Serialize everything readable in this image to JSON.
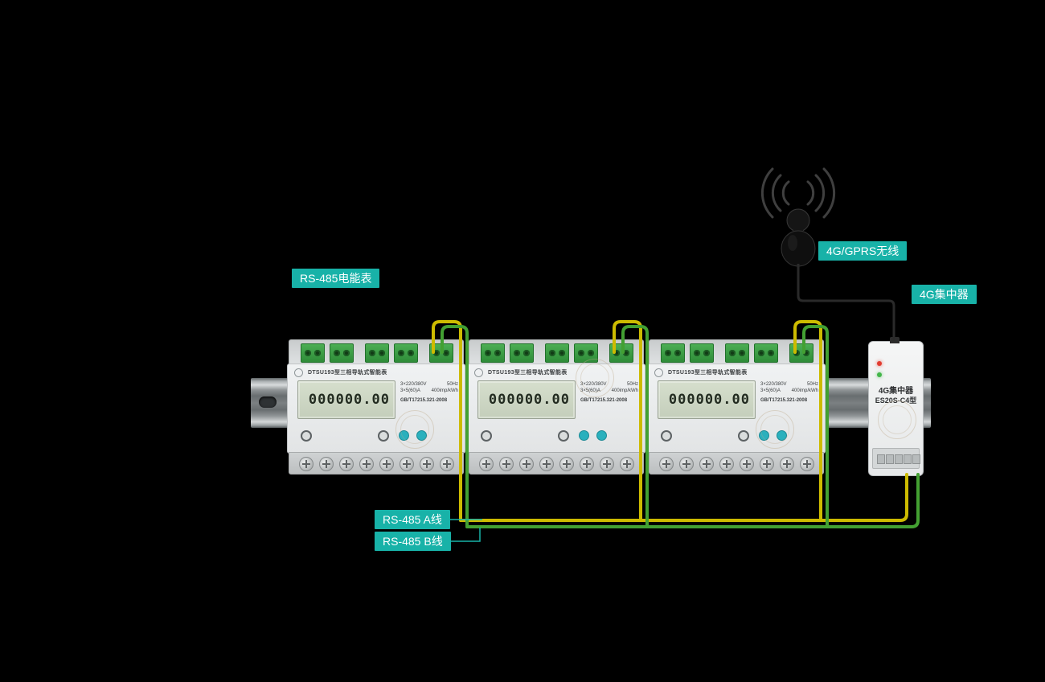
{
  "labels": {
    "meter": "RS-485电能表",
    "wireless": "4G/GPRS无线",
    "concentrator": "4G集中器",
    "line_a": "RS-485 A线",
    "line_b": "RS-485 B线"
  },
  "meter_count": 3,
  "meter": {
    "title": "DTSU193型三相导轨式智能表",
    "display": "000000.00",
    "spec_voltage": "3×220/380V",
    "spec_freq": "50Hz",
    "spec_current": "3×5(60)A",
    "spec_imp": "400imp/kWh",
    "spec_standard": "GB/T17215.321-2008"
  },
  "concentrator": {
    "name": "4G集中器",
    "model": "ES20S-C4型"
  },
  "colors": {
    "accent_teal": "#18b2a8",
    "wire_a_yellow": "#cdbb00",
    "wire_b_green": "#43a032",
    "terminal_green": "#2e8c38"
  }
}
